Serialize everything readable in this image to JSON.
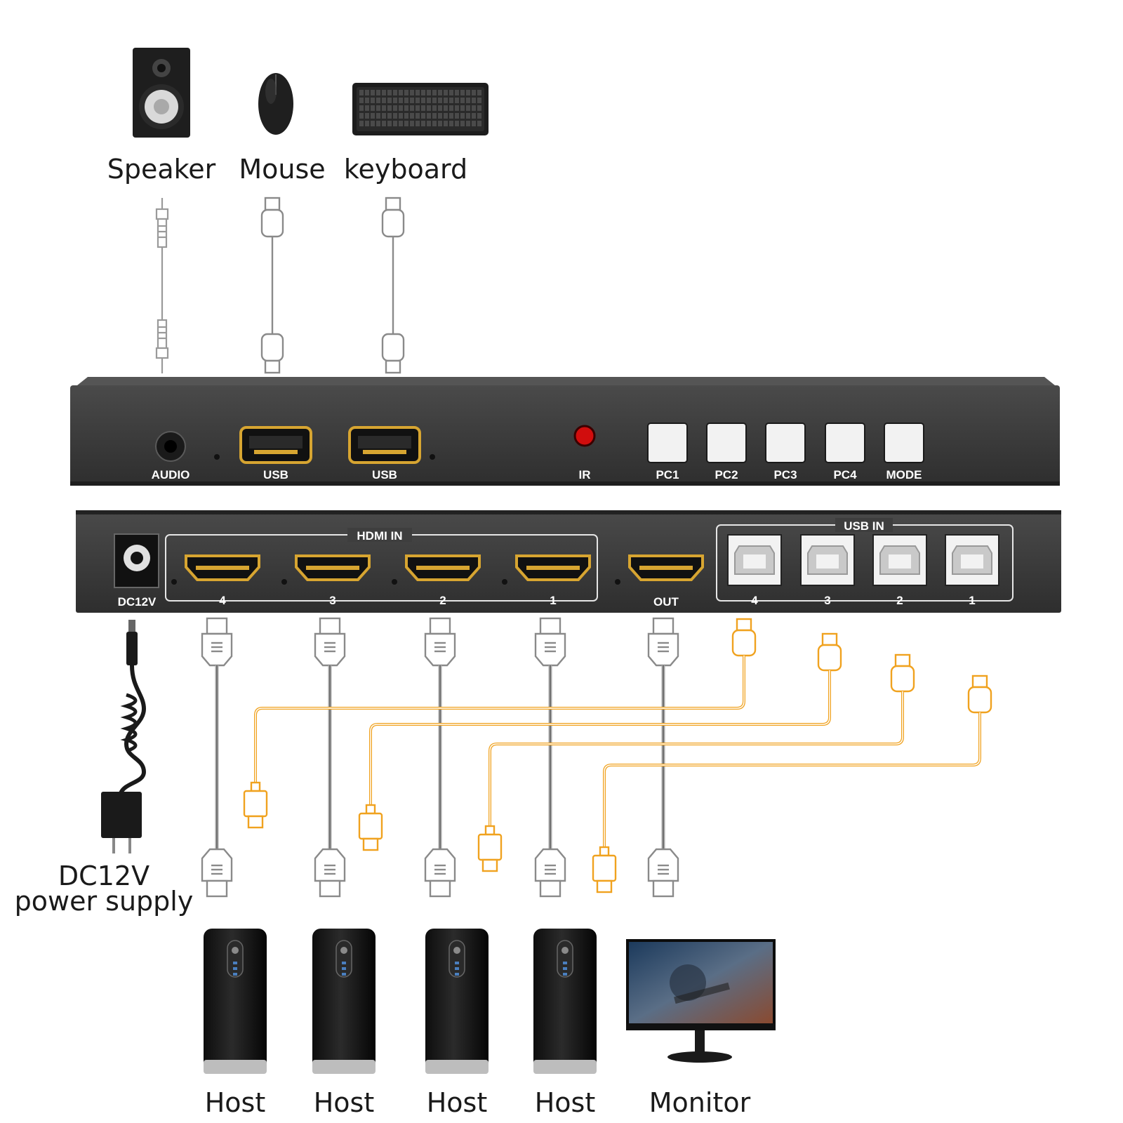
{
  "devices_top": {
    "speaker": "Speaker",
    "mouse": "Mouse",
    "keyboard": "keyboard"
  },
  "front_panel": {
    "audio": "AUDIO",
    "usb1": "USB",
    "usb2": "USB",
    "ir": "IR",
    "buttons": [
      "PC1",
      "PC2",
      "PC3",
      "PC4",
      "MODE"
    ]
  },
  "rear_panel": {
    "dc": "DC12V",
    "hdmi_in": "HDMI IN",
    "hdmi_ports": [
      "4",
      "3",
      "2",
      "1"
    ],
    "out": "OUT",
    "usb_in": "USB IN",
    "usb_ports": [
      "4",
      "3",
      "2",
      "1"
    ]
  },
  "power": {
    "line1": "DC12V",
    "line2": "power supply"
  },
  "hosts": [
    "Host",
    "Host",
    "Host",
    "Host"
  ],
  "monitor": "Monitor",
  "colors": {
    "device_body": "#3a3a3a",
    "usb_cable": "#f0a21f",
    "hdmi_gold": "#d7a531",
    "cable_gray": "#8a8a8a"
  }
}
